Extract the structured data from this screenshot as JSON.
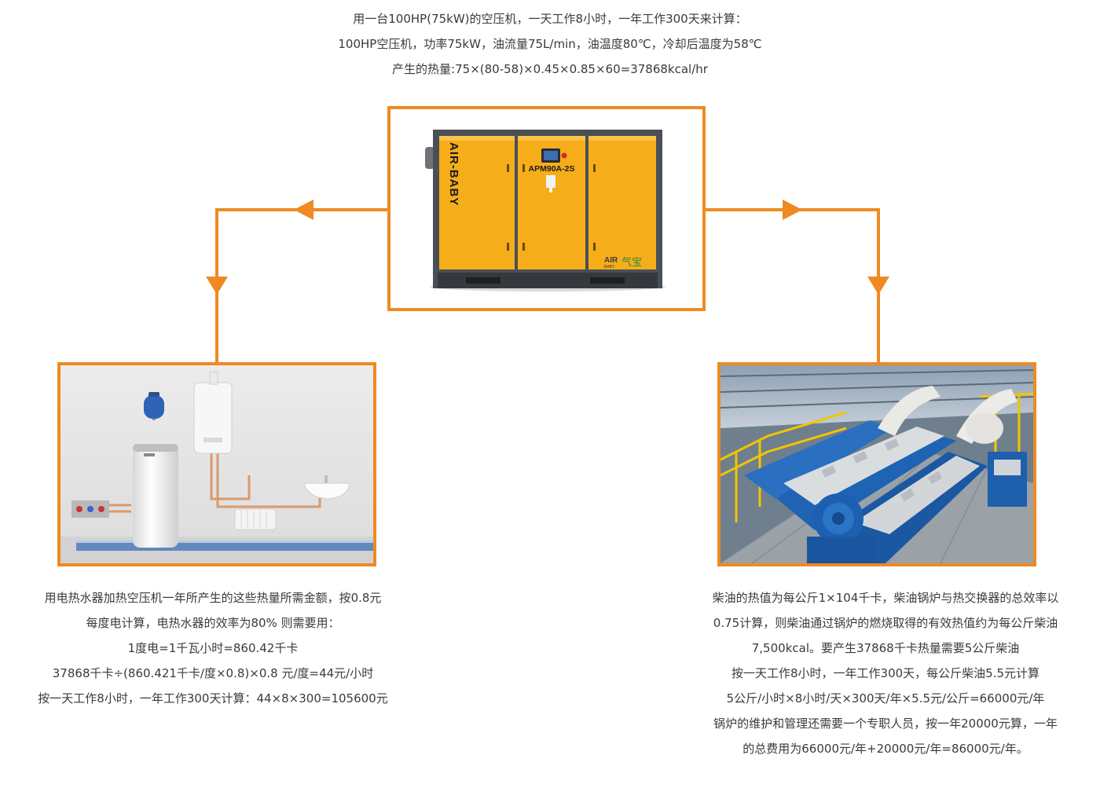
{
  "intro": {
    "line1": "用一台100HP(75kW)的空压机，一天工作8小时，一年工作300天来计算：",
    "line2": "100HP空压机，功率75kW，油流量75L/min，油温度80℃，冷却后温度为58℃",
    "line3": "产生的热量:75×(80-58)×0.45×0.85×60=37868kcal/hr"
  },
  "compressor": {
    "side_brand": "AIR-BABY",
    "model": "APM90A-2S",
    "logo_latin_top": "AIR",
    "logo_latin_bottom": "BABY",
    "logo_cn": "气宝"
  },
  "heater_text": {
    "lines": [
      "用电热水器加热空压机一年所产生的这些热量所需金额，按0.8元",
      "每度电计算，电热水器的效率为80% 则需要用：",
      "1度电=1千瓦小时=860.42千卡",
      "37868千卡÷(860.421千卡/度×0.8)×0.8 元/度=44元/小时",
      "按一天工作8小时，一年工作300天计算：44×8×300=105600元"
    ]
  },
  "boiler_text": {
    "lines": [
      "柴油的热值为每公斤1×104千卡，柴油锅炉与热交换器的总效率以",
      "0.75计算，则柴油通过锅炉的燃烧取得的有效热值约为每公斤柴油",
      "7,500kcal。要产生37868千卡热量需要5公斤柴油",
      "按一天工作8小时，一年工作300天，每公斤柴油5.5元计算",
      "5公斤/小时×8小时/天×300天/年×5.5元/公斤=66000元/年",
      "锅炉的维护和管理还需要一个专职人员，按一年20000元算，一年",
      "的总费用为66000元/年+20000元/年=86000元/年。"
    ]
  },
  "colors": {
    "accent_orange": "#ee8a22",
    "machine_yellow": "#f6ad1a",
    "machine_frame": "#4a4f55",
    "boiler_blue": "#1f63b4"
  }
}
